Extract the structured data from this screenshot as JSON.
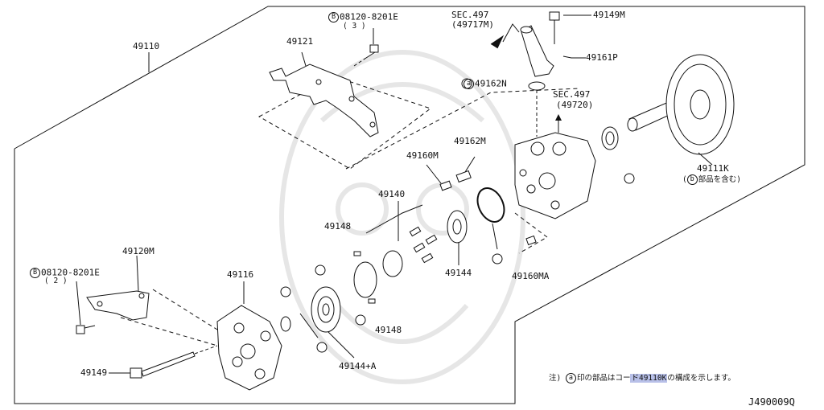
{
  "labels": {
    "p49110": "49110",
    "p49121": "49121",
    "bolt_top": "08120-8201E",
    "bolt_top_qty": "( 3 )",
    "sec497_a": "SEC.497",
    "sec497_a_sub": "(49717M)",
    "p49149M": "49149M",
    "p49161P": "49161P",
    "p49162N": "49162N",
    "sec497_b": "SEC.497",
    "sec497_b_sub": "(49720)",
    "p49160M": "49160M",
    "p49162M": "49162M",
    "p49111K": "49111K",
    "p49111K_note": "部品を含む)",
    "p49140": "49140",
    "p49148_top": "49148",
    "p49144": "49144",
    "p49160MA": "49160MA",
    "p49120M": "49120M",
    "bolt_left": "08120-8201E",
    "bolt_left_qty": "( 2 )",
    "p49116": "49116",
    "p49148_bot": "49148",
    "p49144A": "49144+A",
    "p49149": "49149",
    "note_prefix": "注)",
    "note_mid": "印の部品はコー",
    "note_code": "ド49110K",
    "note_suffix": "の構成を示します。",
    "diagram_code": "J490009Q",
    "marker_a": "a",
    "marker_b": "B",
    "marker_b_lower": "b"
  }
}
